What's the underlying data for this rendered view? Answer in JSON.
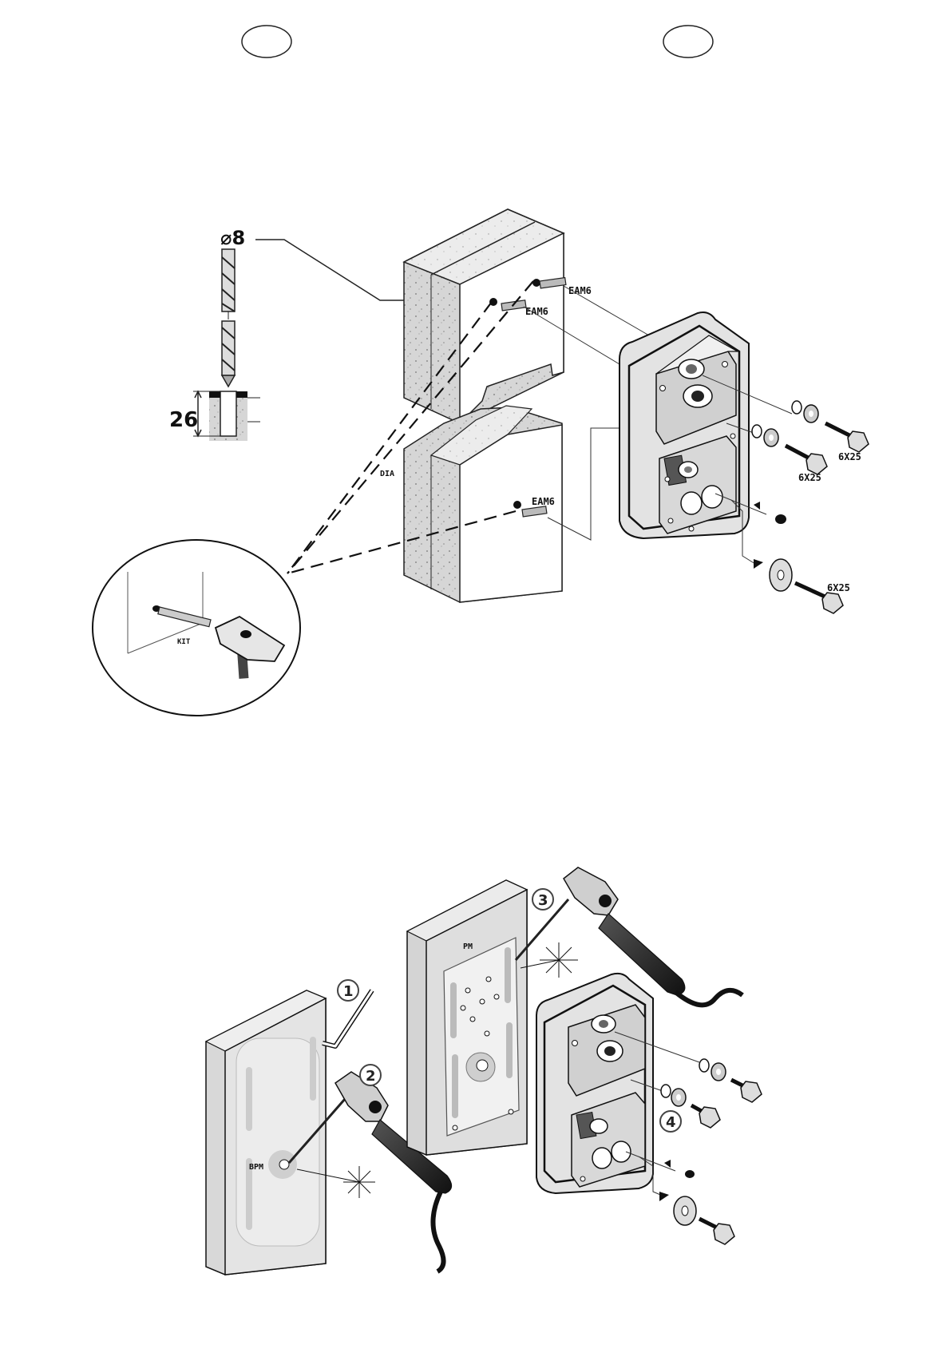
{
  "figure1": {
    "drill_diameter": "⌀8",
    "hole_depth": "26",
    "anchor_label_1": "EAM6",
    "anchor_label_2": "EAM6",
    "anchor_label_3": "EAM6",
    "bolt_label_1": "6X25",
    "bolt_label_2": "6X25",
    "bolt_label_3": "6X25",
    "detail_label": "KIT",
    "panel_mark": "DIA"
  },
  "figure2": {
    "step_1": "1",
    "step_2": "2",
    "step_3": "3",
    "step_4": "4",
    "left_plate_label": "BPM",
    "right_plate_label": "PM"
  }
}
